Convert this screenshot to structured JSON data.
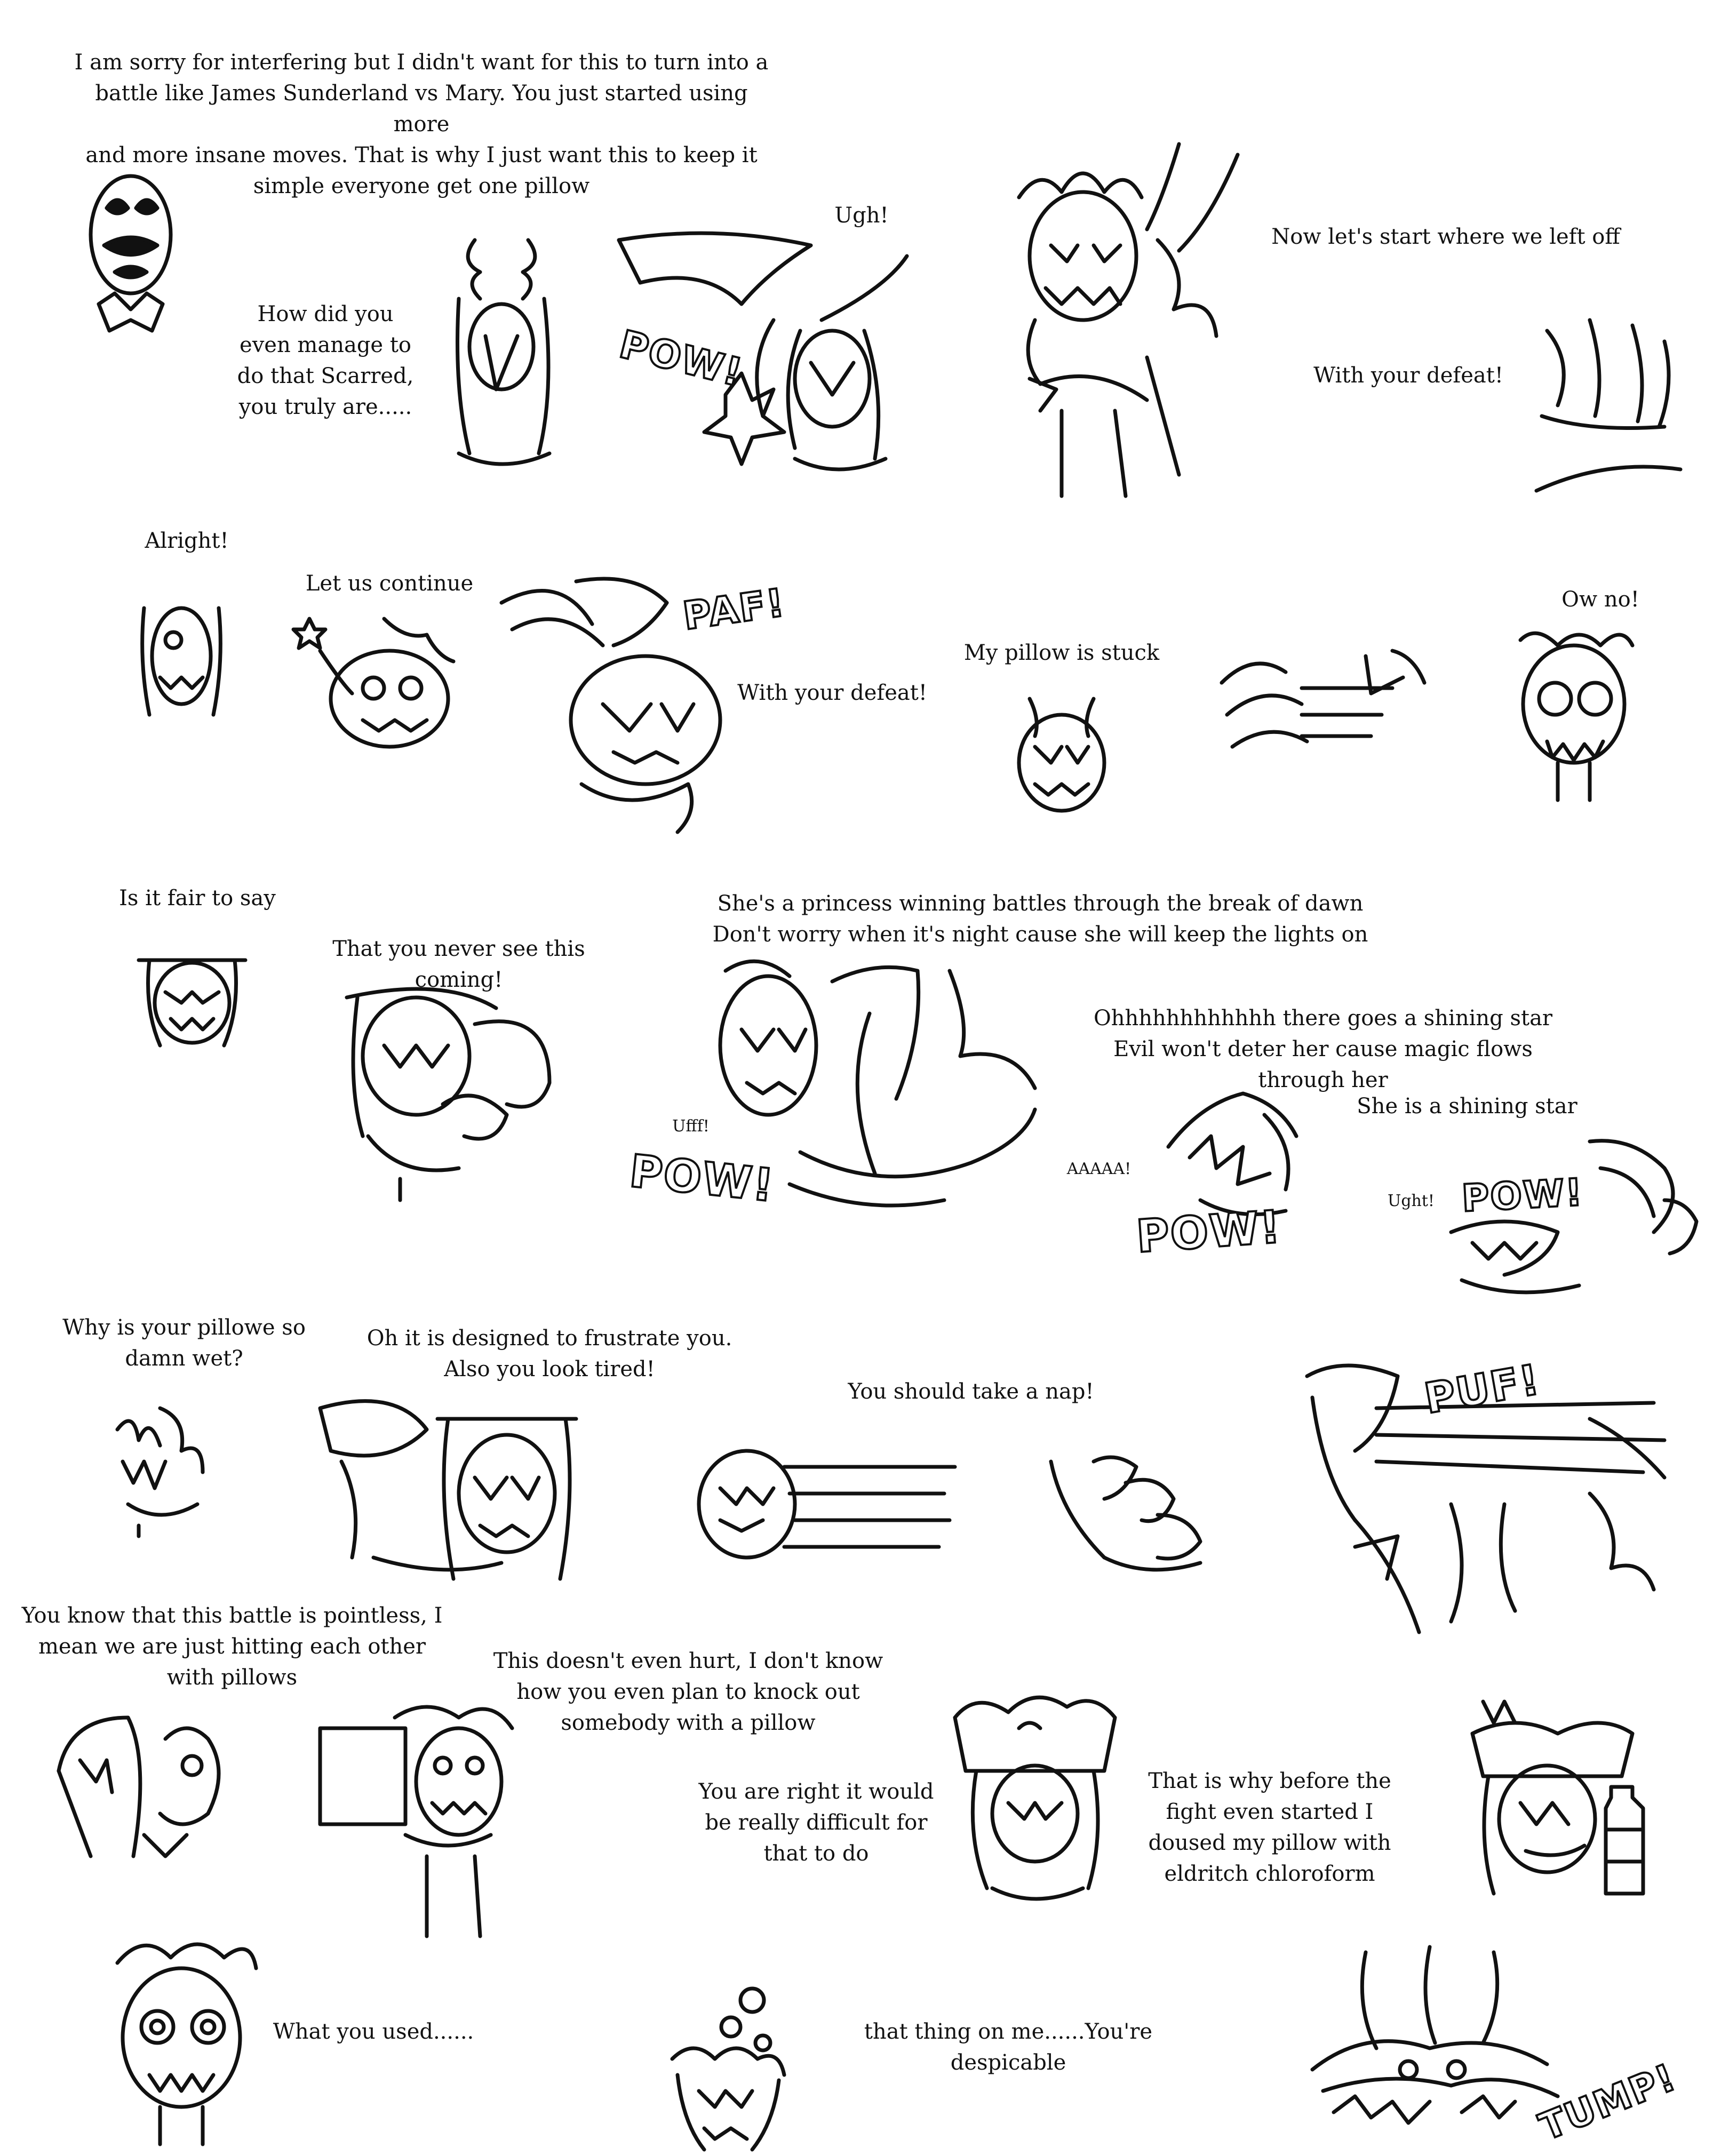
{
  "comic": {
    "row1": {
      "intro": "I am sorry for interfering but I didn't want for this to turn into a\nbattle like James Sunderland vs Mary. You just started using more\nand more insane moves. That is why I just want this to keep it\nsimple everyone get one pillow",
      "how_did_you": "How did you\neven manage to\ndo that Scarred,\nyou truly are.....",
      "ugh": "Ugh!",
      "lets_start": "Now let's start where we left off",
      "with_defeat": "With your defeat!",
      "sfx_pow": "POW!"
    },
    "row2": {
      "alright": "Alright!",
      "let_us_continue": "Let us continue",
      "with_defeat": "With your defeat!",
      "pillow_stuck": "My pillow is stuck",
      "ow_no": "Ow no!",
      "sfx_paf": "PAF!"
    },
    "row3": {
      "is_it_fair": "Is it fair to say",
      "never_see": "That you never see this coming!",
      "song_1": "She's a princess winning battles through the break of dawn\nDon't worry when it's night cause she will keep the lights on",
      "song_2": "Ohhhhhhhhhhhh there goes a shining star\nEvil won't deter her cause magic flows through her",
      "song_3": "She is a shining star",
      "ufff": "Ufff!",
      "aaaaa": "AAAAA!",
      "ught": "Ught!",
      "sfx_pow": "POW!"
    },
    "row4": {
      "why_wet": "Why is your pillowe so\ndamn wet?",
      "frustrate": "Oh it is designed to frustrate you.\nAlso you look tired!",
      "take_nap": "You should take a nap!",
      "sfx_puf": "PUF!"
    },
    "row5": {
      "pointless": "You know that this battle is pointless, I\nmean we are just hitting each other\nwith pillows",
      "doesnt_hurt": "This doesn't even hurt, I don't know\nhow you even plan to knock out\nsomebody with a pillow",
      "you_are_right": "You are right it would\nbe really difficult for\nthat to do",
      "doused": "That is why before the\nfight even started I\ndoused my pillow with\neldritch chloroform"
    },
    "row6": {
      "what_used": "What you used......",
      "despicable": "that thing on me......You're\ndespicable",
      "sfx_tump": "TUMP!"
    }
  },
  "colors": {
    "ink": "#111111",
    "paper": "#ffffff"
  }
}
